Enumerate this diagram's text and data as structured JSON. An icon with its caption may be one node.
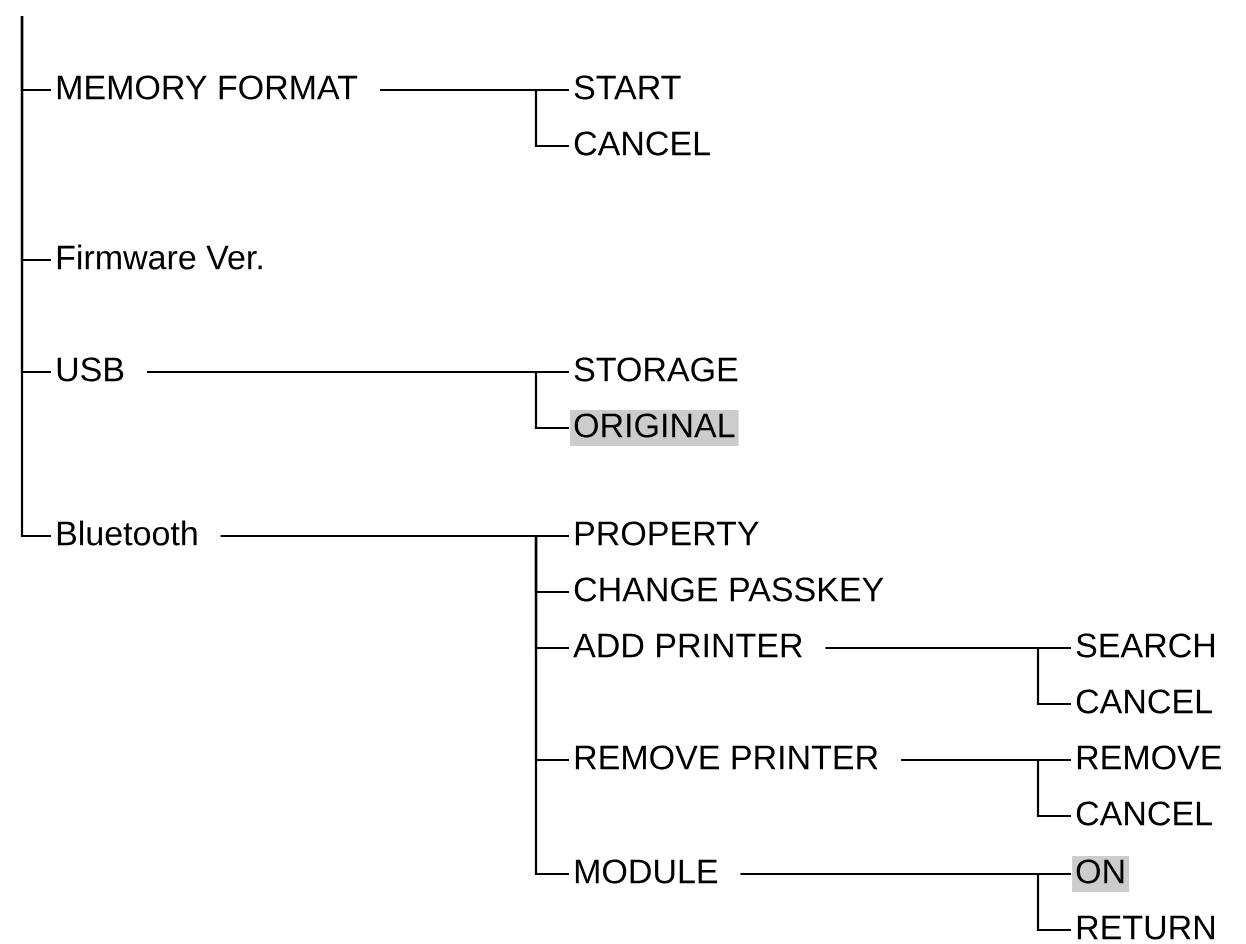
{
  "diagram": {
    "nodes": [
      {
        "text": [
          "MEMORY FORMAT"
        ]
      },
      {
        "text": [
          "START"
        ]
      },
      {
        "text": [
          "CANCEL"
        ]
      },
      {
        "text": [
          "Firmware Ver."
        ]
      },
      {
        "text": [
          "USB"
        ]
      },
      {
        "text": [
          "STORAGE"
        ]
      },
      {
        "text": [
          "ORIGINAL"
        ]
      },
      {
        "text": [
          "Bluetooth"
        ]
      },
      {
        "text": [
          "PROPERTY"
        ]
      },
      {
        "text": [
          "CHANGE PASSKEY"
        ]
      },
      {
        "text": [
          "ADD PRINTER"
        ]
      },
      {
        "text": [
          "SEARCH"
        ]
      },
      {
        "text": [
          "CANCEL"
        ]
      },
      {
        "text": [
          "REMOVE PRINTER"
        ]
      },
      {
        "text": [
          "REMOVE"
        ]
      },
      {
        "text": [
          "CANCEL"
        ]
      },
      {
        "text": [
          "MODULE"
        ]
      },
      {
        "text": [
          "ON"
        ]
      },
      {
        "text": [
          "RETURN"
        ]
      }
    ],
    "edges": [
      {
        "from": null,
        "to": 0,
        "arrow": "none"
      },
      {
        "from": null,
        "to": 3,
        "arrow": "none"
      },
      {
        "from": null,
        "to": 4,
        "arrow": "none"
      },
      {
        "from": null,
        "to": 7,
        "arrow": "none"
      },
      {
        "from": 0,
        "to": 1,
        "arrow": "none"
      },
      {
        "from": 0,
        "to": 2,
        "arrow": "none"
      },
      {
        "from": 4,
        "to": 5,
        "arrow": "none"
      },
      {
        "from": 4,
        "to": 6,
        "arrow": "none"
      },
      {
        "from": 7,
        "to": 8,
        "arrow": "none"
      },
      {
        "from": 7,
        "to": 9,
        "arrow": "none"
      },
      {
        "from": 7,
        "to": 10,
        "arrow": "none"
      },
      {
        "from": 7,
        "to": 13,
        "arrow": "none"
      },
      {
        "from": 7,
        "to": 16,
        "arrow": "none"
      },
      {
        "from": 10,
        "to": 11,
        "arrow": "none"
      },
      {
        "from": 10,
        "to": 12,
        "arrow": "none"
      },
      {
        "from": 13,
        "to": 14,
        "arrow": "none"
      },
      {
        "from": 13,
        "to": 15,
        "arrow": "none"
      },
      {
        "from": 16,
        "to": 17,
        "arrow": "none"
      },
      {
        "from": 16,
        "to": 18,
        "arrow": "none"
      }
    ]
  }
}
